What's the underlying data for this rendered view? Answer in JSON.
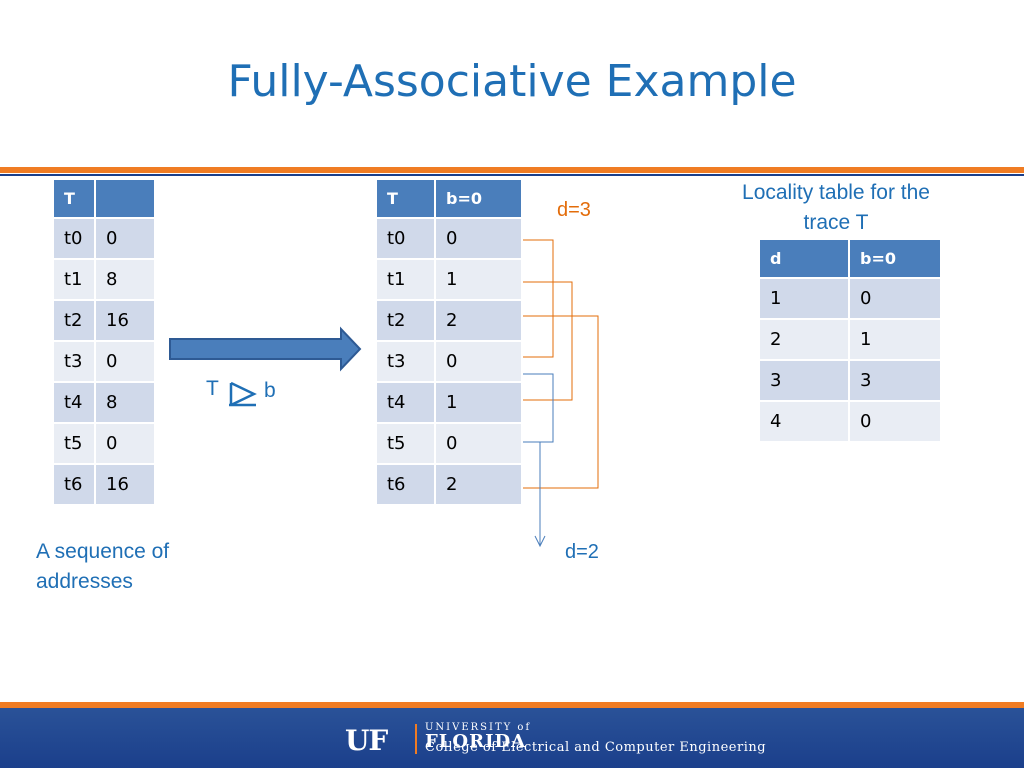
{
  "slide": {
    "title": "Fully-Associative Example"
  },
  "addresses_table": {
    "headers": [
      "T",
      ""
    ],
    "rows": [
      [
        "t0",
        "0"
      ],
      [
        "t1",
        "8"
      ],
      [
        "t2",
        "16"
      ],
      [
        "t3",
        "0"
      ],
      [
        "t4",
        "8"
      ],
      [
        "t5",
        "0"
      ],
      [
        "t6",
        "16"
      ]
    ]
  },
  "trace_table": {
    "headers": [
      "T",
      "b=0"
    ],
    "rows": [
      [
        "t0",
        "0"
      ],
      [
        "t1",
        "1"
      ],
      [
        "t2",
        "2"
      ],
      [
        "t3",
        "0"
      ],
      [
        "t4",
        "1"
      ],
      [
        "t5",
        "0"
      ],
      [
        "t6",
        "2"
      ]
    ]
  },
  "locality_table": {
    "caption": "Locality table for the trace T",
    "headers": [
      "d",
      "b=0"
    ],
    "rows": [
      [
        "1",
        "0"
      ],
      [
        "2",
        "1"
      ],
      [
        "3",
        "3"
      ],
      [
        "4",
        "0"
      ]
    ]
  },
  "labels": {
    "sequence": "A sequence of addresses",
    "transform_from": "T",
    "transform_to": "b",
    "d3": "d=3",
    "d2": "d=2"
  },
  "footer": {
    "uf": "UF",
    "university_of": "UNIVERSITY of",
    "florida": "FLORIDA",
    "college": "College of Electrical and Computer Engineering"
  },
  "colors": {
    "title": "#1f6fb5",
    "accent": "#f07c23",
    "header": "#4a7ebb",
    "annotation": "#e36c0a",
    "footer": "#1b3f8b"
  }
}
